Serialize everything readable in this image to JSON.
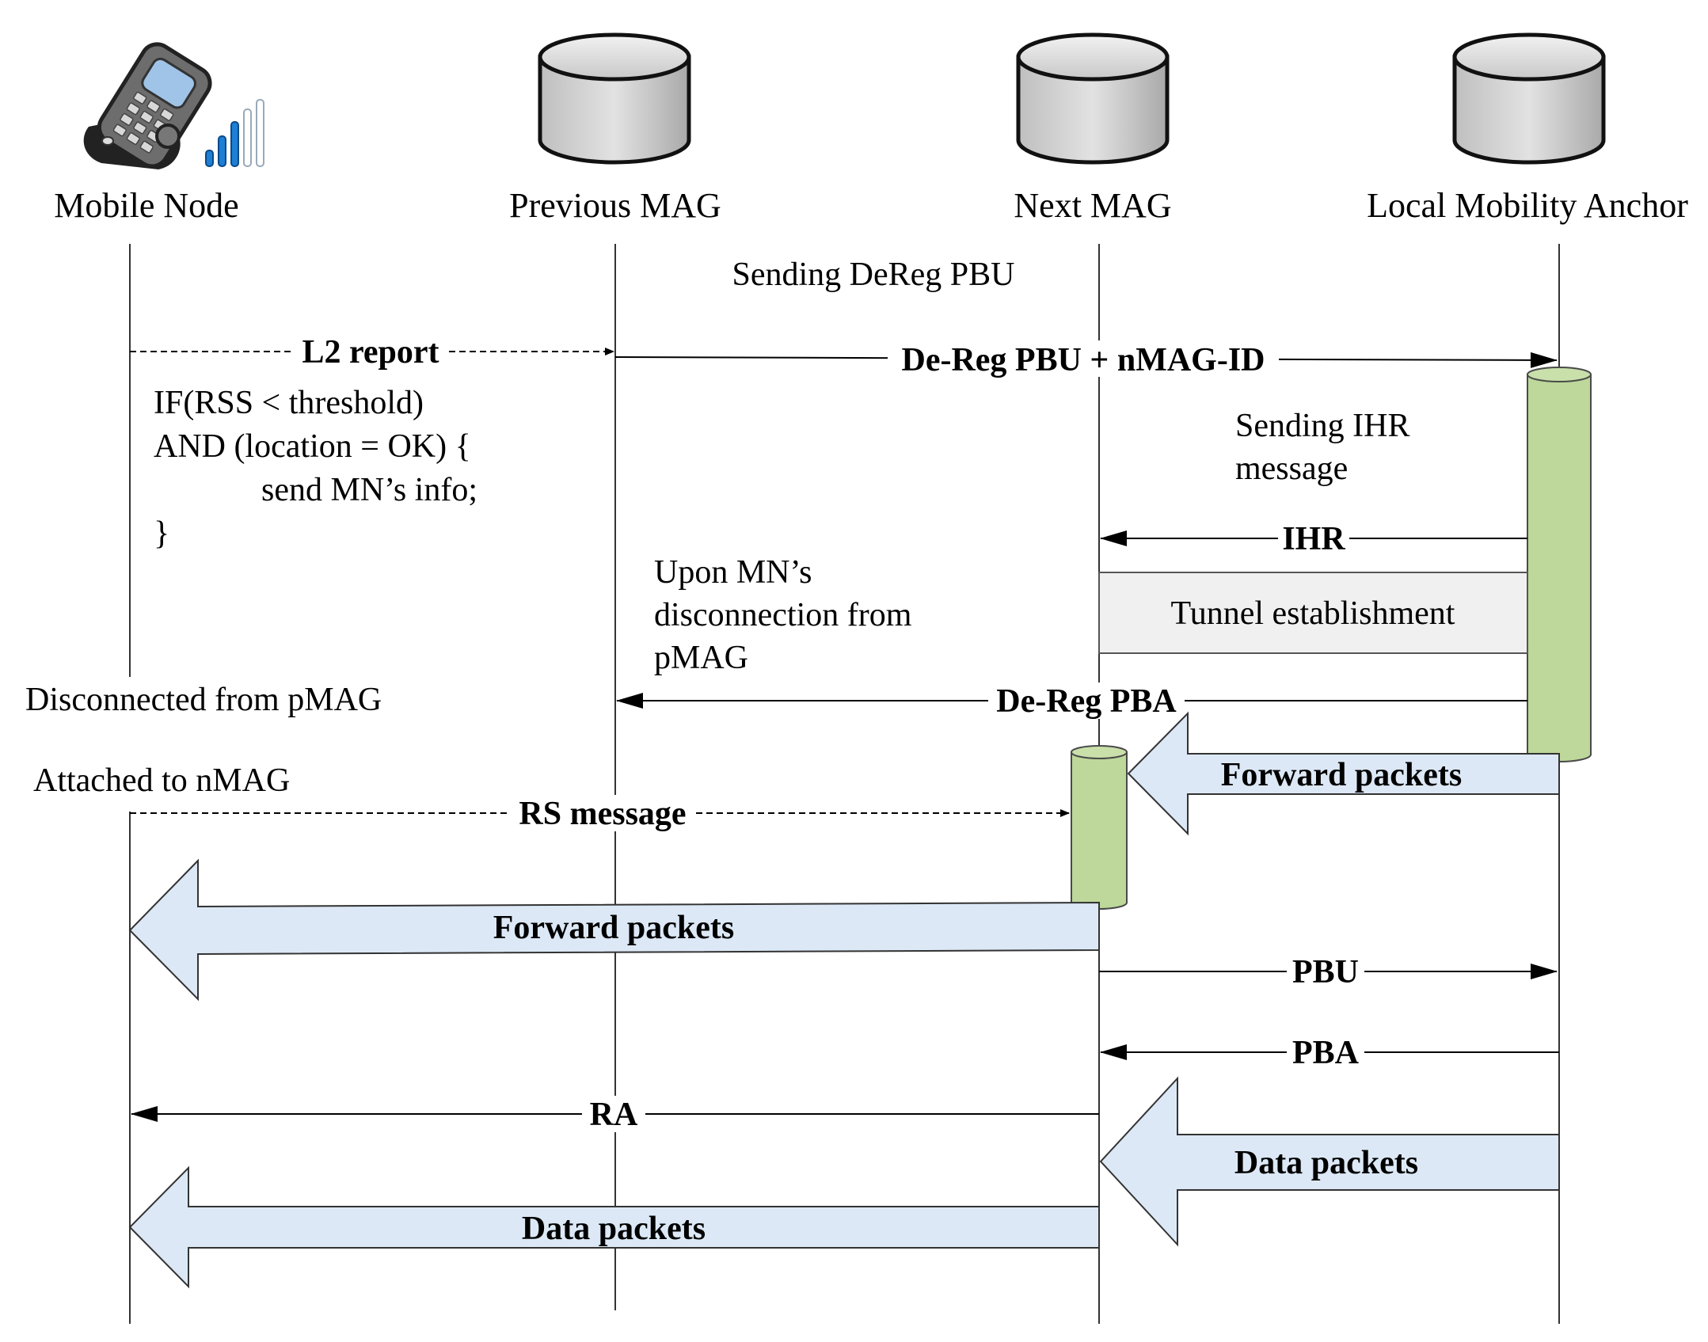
{
  "actors": {
    "mobile_node": "Mobile Node",
    "previous_mag": "Previous MAG",
    "next_mag": "Next MAG",
    "lma": "Local Mobility Anchor"
  },
  "notes": {
    "sending_dereg": "Sending DeReg PBU",
    "code_line1": "IF(RSS < threshold)",
    "code_line2": "AND (location = OK) {",
    "code_line3": "send MN’s info;",
    "code_line4": "}",
    "sending_ihr_1": "Sending IHR",
    "sending_ihr_2": "message",
    "upon_1": "Upon MN’s",
    "upon_2": "disconnection from",
    "upon_3": "pMAG",
    "disconnected": "Disconnected from pMAG",
    "attached": "Attached to nMAG",
    "tunnel": "Tunnel establishment"
  },
  "messages": {
    "l2_report": "L2 report",
    "dereg_pbu": "De-Reg PBU + nMAG-ID",
    "ihr": "IHR",
    "dereg_pba": "De-Reg PBA",
    "forward_packets_lma": "Forward packets",
    "rs_message": "RS message",
    "forward_packets_mn": "Forward packets",
    "pbu": "PBU",
    "pba": "PBA",
    "ra": "RA",
    "data_packets_lma": "Data packets",
    "data_packets_mn": "Data packets"
  },
  "colors": {
    "activation_fill": "#bdd89a",
    "big_arrow_fill": "#dce8f5",
    "tunnel_fill": "#f0f0f0",
    "database_fill": "#d4d4d4",
    "phone_signal": "#1e7fd4"
  }
}
